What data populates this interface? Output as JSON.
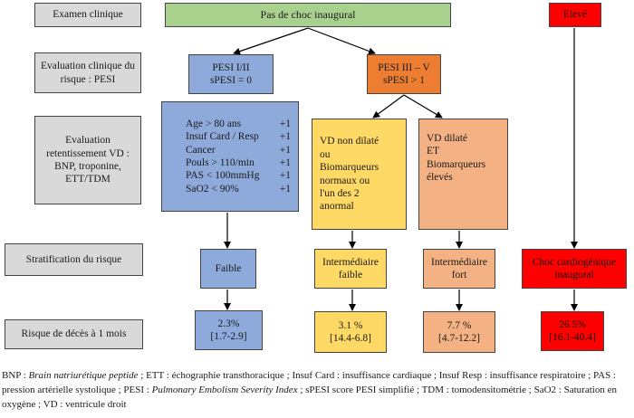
{
  "rows": {
    "r1": "Examen clinique",
    "r2": [
      "Evaluation clinique du",
      "risque : PESI"
    ],
    "r3": [
      "Evaluation",
      "retentissement VD :",
      "BNP, troponine,",
      "ETT/TDM"
    ],
    "r4": "Stratification du risque",
    "r5": "Risque de décès à 1 mois"
  },
  "top": {
    "main": "Pas de choc inaugural",
    "eleve": "Elevé"
  },
  "pesi_low": [
    "PESI I/II",
    "sPESI = 0"
  ],
  "pesi_high": [
    "PESI III – V",
    "sPESI > 1"
  ],
  "criteria": [
    {
      "label": "Age > 80 ans",
      "pts": "+1"
    },
    {
      "label": "Insuf Card / Resp",
      "pts": "+1"
    },
    {
      "label": "Cancer",
      "pts": "+1"
    },
    {
      "label": "Pouls > 110/min",
      "pts": "+1"
    },
    {
      "label": "PAS < 100mmHg",
      "pts": "+1"
    },
    {
      "label": "SaO2 < 90%",
      "pts": "+1"
    }
  ],
  "vd_normal": [
    "VD non dilaté",
    "ou",
    "Biomarqueurs",
    "normaux ou",
    "l'un des 2",
    "anormal"
  ],
  "vd_dilate": [
    "VD dilaté",
    "ET",
    "Biomarqueurs",
    "élevés"
  ],
  "strat": {
    "faible": "Faible",
    "int_faible": [
      "Intermédiaire",
      "faible"
    ],
    "int_fort": [
      "Intermédiaire",
      "fort"
    ],
    "choc": [
      "Choc cardiogénique",
      "inaugural"
    ]
  },
  "risk": {
    "faible": [
      "2.3%",
      "[1.7-2.9]"
    ],
    "int_faible": [
      "3.1 %",
      "[14.4-6.8]"
    ],
    "int_fort": [
      "7.7 %",
      "[4.7-12.2]"
    ],
    "choc": [
      "26.5%",
      "[16.1-40.4]"
    ]
  },
  "footnote": {
    "p1": "BNP : ",
    "p1i": "Brain natriurétique peptide",
    "p2": " ; ETT : échographie transthoracique ; Insuf Card : insuffisance cardiaque ; Insuf Resp : insuffisance respiratoire ; PAS : pression artérielle systolique ; PESI : ",
    "p2i": "Pulmonary Embolism Severity Index",
    "p3": " ; sPESI score PESI simplifié ; TDM : tomodensitométrie ; SaO2 : Saturation en oxygène ; VD : ventricule droit"
  },
  "colors": {
    "gray": "#d9d9d9",
    "green": "#a9d18e",
    "red": "#ff0000",
    "blue": "#8eaadb",
    "orange": "#ed7d31",
    "yellow": "#ffd966",
    "peach": "#f4b183"
  }
}
